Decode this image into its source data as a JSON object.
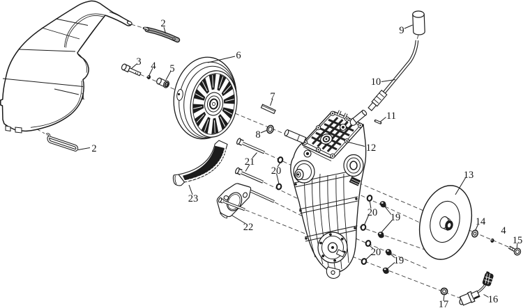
{
  "diagram": {
    "description": "exploded parts diagram",
    "background_color": "#ffffff",
    "ink_color": "#1a1a1a",
    "callouts": [
      {
        "id": "1",
        "text": "1"
      },
      {
        "id": "2-top",
        "text": "2"
      },
      {
        "id": "2-bottom",
        "text": "2"
      },
      {
        "id": "3",
        "text": "3"
      },
      {
        "id": "4-left",
        "text": "4"
      },
      {
        "id": "4-right",
        "text": "4"
      },
      {
        "id": "5",
        "text": "5"
      },
      {
        "id": "6",
        "text": "6"
      },
      {
        "id": "7",
        "text": "7"
      },
      {
        "id": "8",
        "text": "8"
      },
      {
        "id": "9",
        "text": "9"
      },
      {
        "id": "10",
        "text": "10"
      },
      {
        "id": "11",
        "text": "11"
      },
      {
        "id": "12",
        "text": "12"
      },
      {
        "id": "13",
        "text": "13"
      },
      {
        "id": "14",
        "text": "14"
      },
      {
        "id": "15",
        "text": "15"
      },
      {
        "id": "16",
        "text": "16"
      },
      {
        "id": "17",
        "text": "17"
      },
      {
        "id": "19-upper",
        "text": "19"
      },
      {
        "id": "19-lower",
        "text": "19"
      },
      {
        "id": "20-upper",
        "text": "20"
      },
      {
        "id": "20-lower",
        "text": "20"
      },
      {
        "id": "20-left",
        "text": "20"
      },
      {
        "id": "21",
        "text": "21"
      },
      {
        "id": "22",
        "text": "22"
      },
      {
        "id": "23",
        "text": "23"
      }
    ]
  }
}
